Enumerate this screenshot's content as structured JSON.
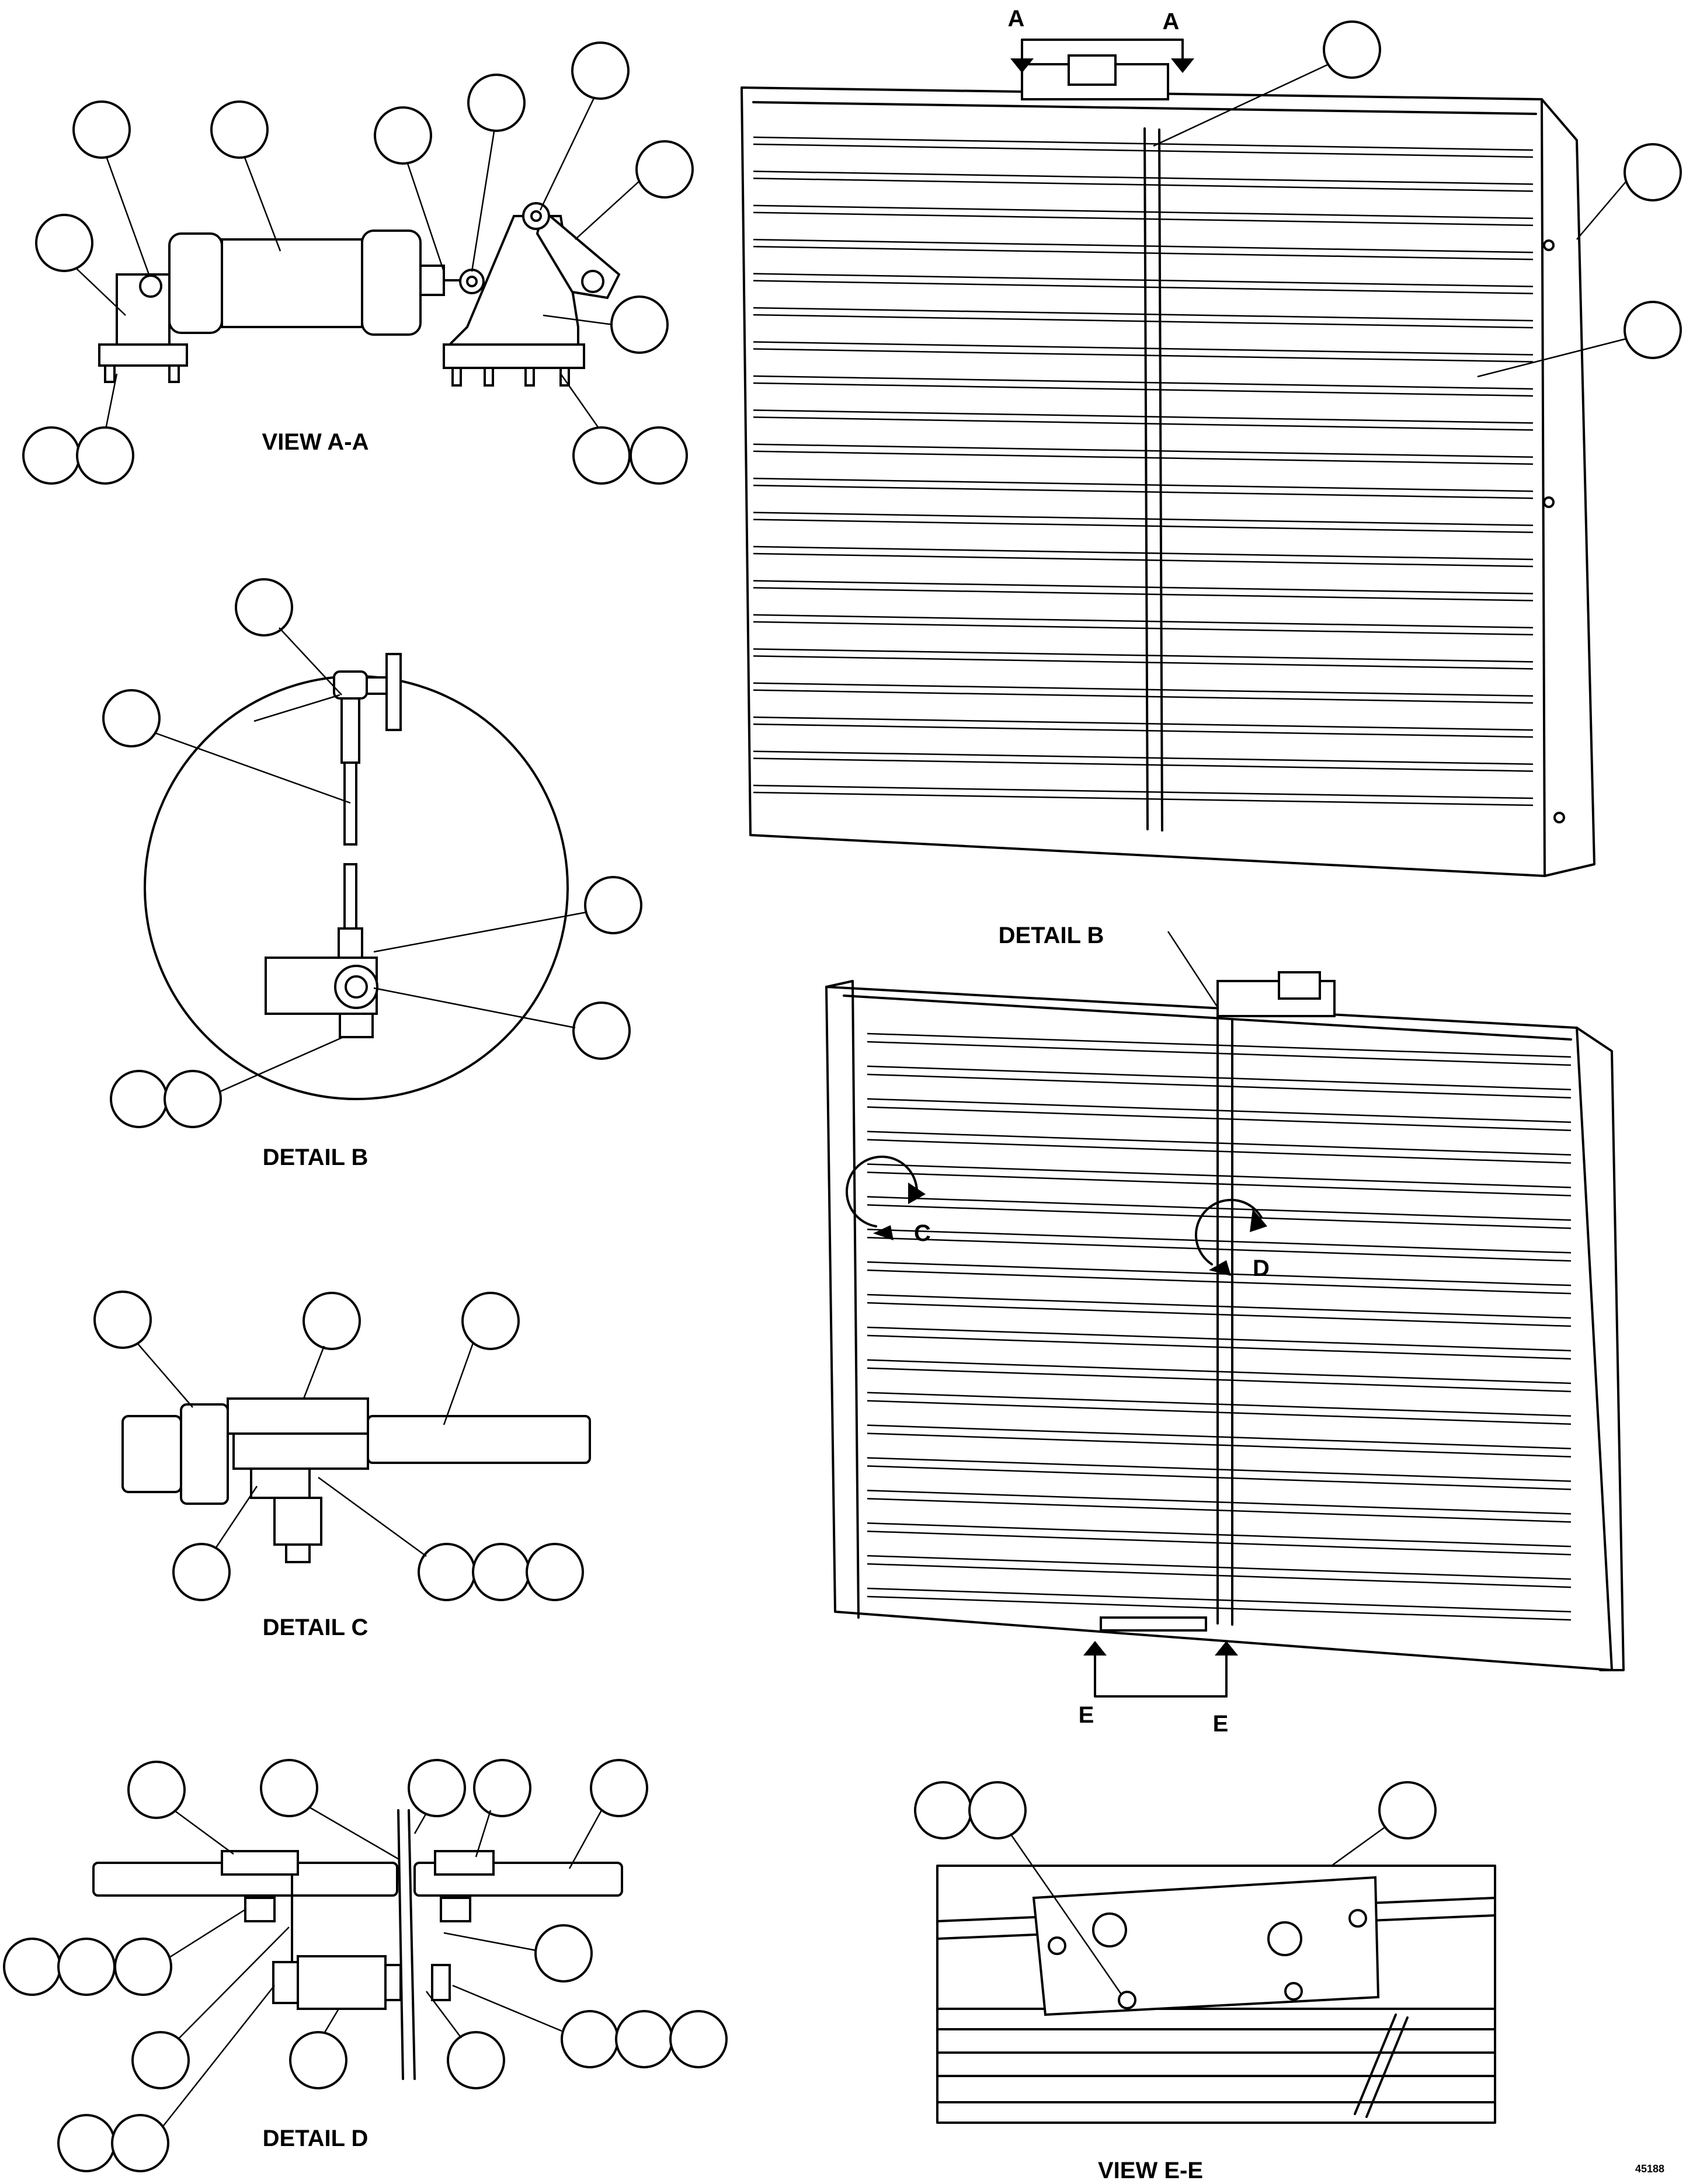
{
  "captions": {
    "view_aa": "VIEW A-A",
    "detail_b_left": "DETAIL B",
    "detail_c": "DETAIL C",
    "detail_d": "DETAIL D",
    "detail_b_right": "DETAIL B",
    "view_ee": "VIEW E-E"
  },
  "section_marks": {
    "a_left": "A",
    "a_right": "A",
    "c": "C",
    "d": "D",
    "e_left": "E",
    "e_right": "E"
  },
  "drawing_id": "45188"
}
